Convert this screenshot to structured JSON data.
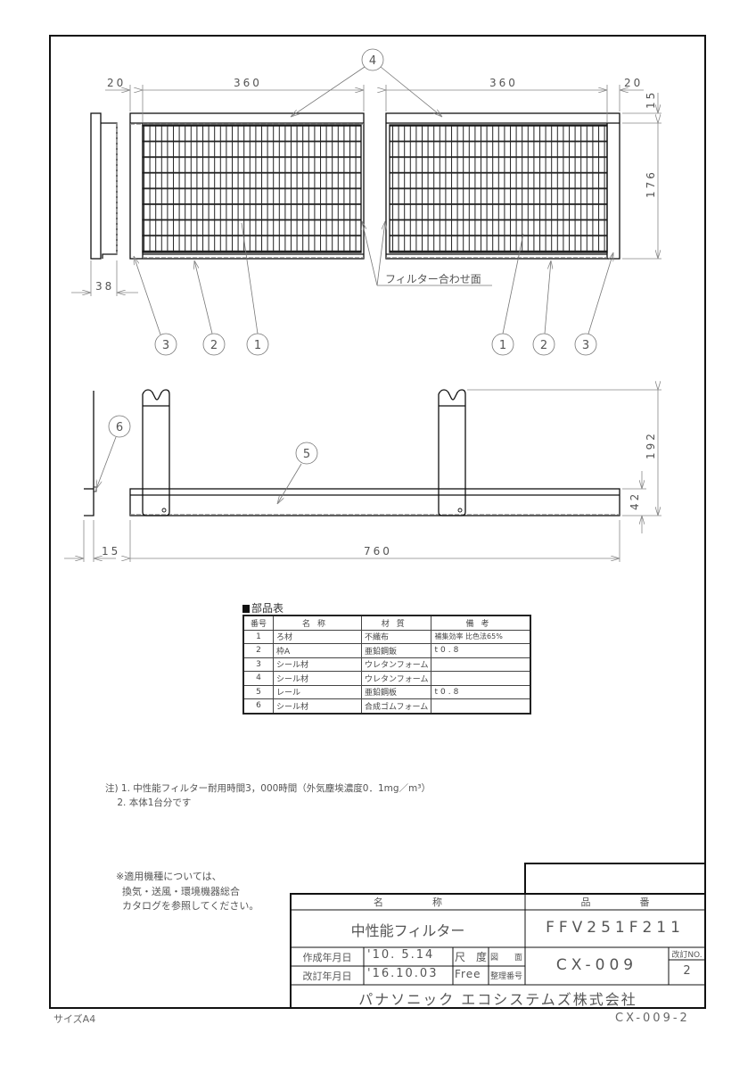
{
  "drawing": {
    "dimensions": {
      "top_left_20": "20",
      "top_left_360": "360",
      "top_right_360": "360",
      "top_right_20": "20",
      "right_15": "15",
      "right_176": "176",
      "left_38": "38",
      "bottom_15": "15",
      "bottom_760": "760",
      "right_192": "192",
      "right_42": "42"
    },
    "balloons": [
      "1",
      "2",
      "3",
      "4",
      "5",
      "6"
    ],
    "filter_joint_label": "フィルター合わせ面"
  },
  "parts_table": {
    "title": "部品表",
    "headers": [
      "番号",
      "名称",
      "材質",
      "備考"
    ],
    "rows": [
      {
        "no": "1",
        "name": "ろ材",
        "material": "不織布",
        "remarks": "補集効率 比色法65%"
      },
      {
        "no": "2",
        "name": "枠A",
        "material": "亜鉛鋼鈑",
        "remarks": "t0.8"
      },
      {
        "no": "3",
        "name": "シール材",
        "material": "ウレタンフォーム",
        "remarks": ""
      },
      {
        "no": "4",
        "name": "シール材",
        "material": "ウレタンフォーム",
        "remarks": ""
      },
      {
        "no": "5",
        "name": "レール",
        "material": "亜鉛鋼板",
        "remarks": "t0.8"
      },
      {
        "no": "6",
        "name": "シール材",
        "material": "合成ゴムフォーム",
        "remarks": ""
      }
    ]
  },
  "notes": {
    "line1": "注) 1. 中性能フィルター耐用時間3，000時間（外気塵埃濃度0．1mg／m³）",
    "line2": "    2. 本体1台分です"
  },
  "remark": {
    "line1": "※適用機種については、",
    "line2": "  換気・送風・環境機器総合",
    "line3": "  カタログを参照してください。"
  },
  "title_block": {
    "name_header": "名　　　　　称",
    "product_no_header": "品　　　　　番",
    "product_name": "中性能フィルター",
    "product_no": "FFV251F211",
    "created_label": "作成年月日",
    "created_date": "'10. 5.14",
    "revised_label": "改訂年月日",
    "revised_date": "'16.10.03",
    "scale_label": "尺　度",
    "scale_value": "Free",
    "drawing_label_1": "図　　面",
    "drawing_label_2": "整理番号",
    "drawing_number": "CX-009",
    "revision_label": "改訂NO.",
    "revision_number": "2",
    "company": "パナソニック エコシステムズ株式会社"
  },
  "footer": {
    "size": "サイズA4",
    "code": "CX-009-2"
  }
}
